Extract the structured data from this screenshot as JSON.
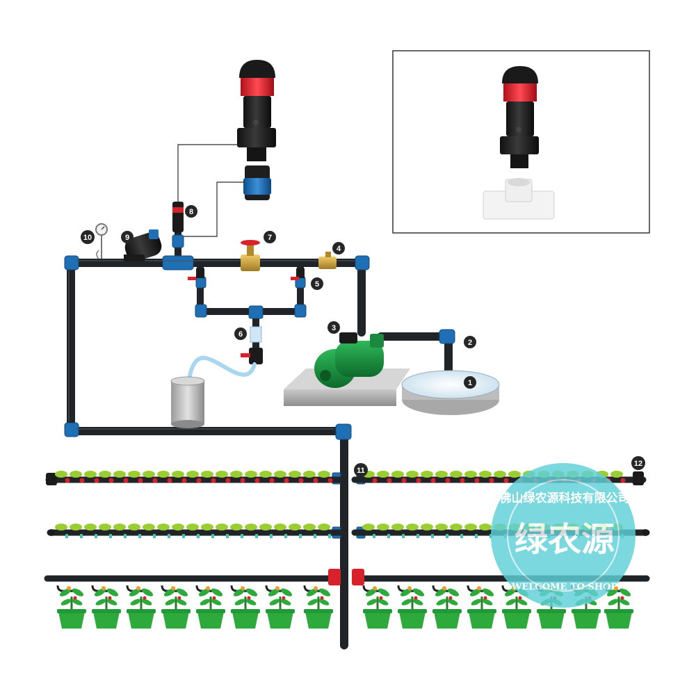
{
  "callouts": [
    "1",
    "2",
    "3",
    "4",
    "5",
    "6",
    "7",
    "8",
    "9",
    "10",
    "11",
    "12"
  ],
  "watermark": {
    "top_text": "佛山绿农源科技有限公司",
    "main_text": "绿农源",
    "ring_text": "WELCOME TO SHOP"
  },
  "colors": {
    "pipe": "#202428",
    "joint": "#1f6fb5",
    "valve_red": "#d8222b",
    "vent_red": "#e8303a",
    "pump_green": "#1a8a3a",
    "plant_green": "#2eaa3c",
    "leaf_green": "#9acd32",
    "brass": "#c8a040",
    "watermark": "#5fd0d8"
  }
}
